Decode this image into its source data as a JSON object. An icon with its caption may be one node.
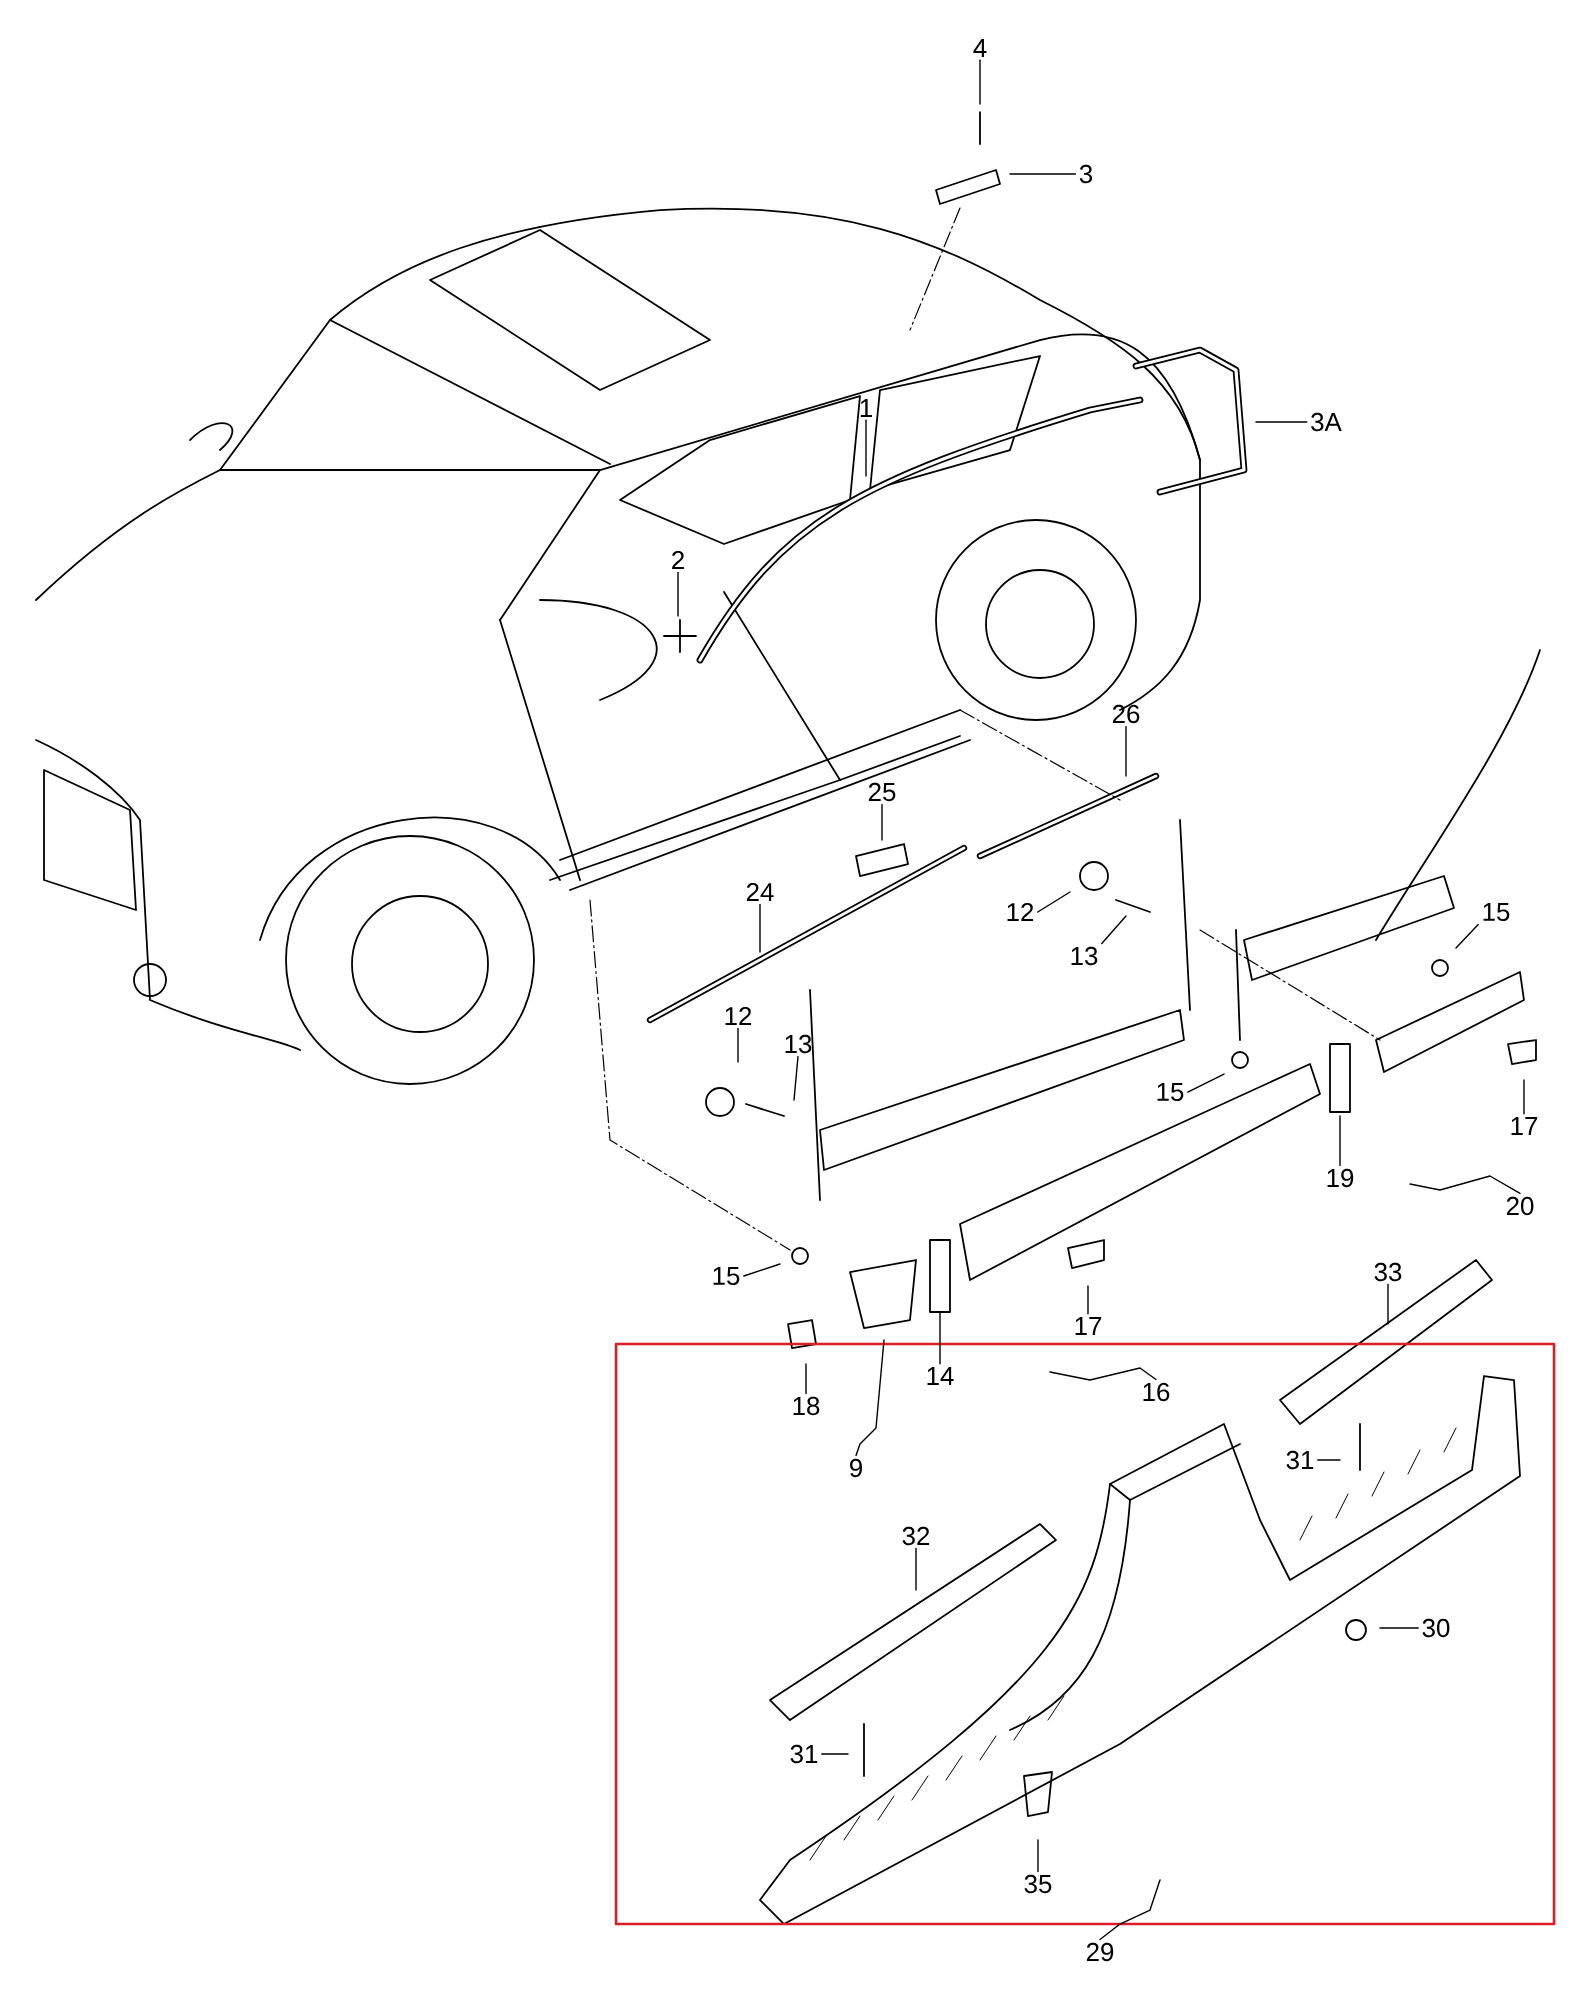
{
  "diagram": {
    "nodes": [
      {
        "text": [
          "4"
        ]
      },
      {
        "text": [
          "3"
        ]
      },
      {
        "text": [
          "1"
        ]
      },
      {
        "text": [
          "3A"
        ]
      },
      {
        "text": [
          "2"
        ]
      },
      {
        "text": [
          "26"
        ]
      },
      {
        "text": [
          "25"
        ]
      },
      {
        "text": [
          "24"
        ]
      },
      {
        "text": [
          "12"
        ]
      },
      {
        "text": [
          "13"
        ]
      },
      {
        "text": [
          "15"
        ]
      },
      {
        "text": [
          "12"
        ]
      },
      {
        "text": [
          "13"
        ]
      },
      {
        "text": [
          "15"
        ]
      },
      {
        "text": [
          "17"
        ]
      },
      {
        "text": [
          "19"
        ]
      },
      {
        "text": [
          "20"
        ]
      },
      {
        "text": [
          "15"
        ]
      },
      {
        "text": [
          "17"
        ]
      },
      {
        "text": [
          "33"
        ]
      },
      {
        "text": [
          "18"
        ]
      },
      {
        "text": [
          "14"
        ]
      },
      {
        "text": [
          "16"
        ]
      },
      {
        "text": [
          "9"
        ]
      },
      {
        "text": [
          "31"
        ]
      },
      {
        "text": [
          "32"
        ]
      },
      {
        "text": [
          "30"
        ]
      },
      {
        "text": [
          "31"
        ]
      },
      {
        "text": [
          "35"
        ]
      },
      {
        "text": [
          "29"
        ]
      }
    ],
    "edges": [
      {
        "from": 0,
        "to": null,
        "arrow": "none"
      },
      {
        "from": 1,
        "to": null,
        "arrow": "none"
      },
      {
        "from": 2,
        "to": null,
        "arrow": "none"
      },
      {
        "from": 3,
        "to": null,
        "arrow": "none"
      },
      {
        "from": 4,
        "to": null,
        "arrow": "none"
      },
      {
        "from": 5,
        "to": null,
        "arrow": "none"
      },
      {
        "from": 6,
        "to": null,
        "arrow": "none"
      },
      {
        "from": 7,
        "to": null,
        "arrow": "none"
      },
      {
        "from": 8,
        "to": null,
        "arrow": "none"
      },
      {
        "from": 9,
        "to": null,
        "arrow": "none"
      },
      {
        "from": 10,
        "to": null,
        "arrow": "none"
      },
      {
        "from": 11,
        "to": null,
        "arrow": "none"
      },
      {
        "from": 12,
        "to": null,
        "arrow": "none"
      },
      {
        "from": 13,
        "to": null,
        "arrow": "none"
      },
      {
        "from": 14,
        "to": null,
        "arrow": "none"
      },
      {
        "from": 15,
        "to": null,
        "arrow": "none"
      },
      {
        "from": 16,
        "to": null,
        "arrow": "none"
      },
      {
        "from": 17,
        "to": null,
        "arrow": "none"
      },
      {
        "from": 18,
        "to": null,
        "arrow": "none"
      },
      {
        "from": 19,
        "to": null,
        "arrow": "none"
      },
      {
        "from": 20,
        "to": null,
        "arrow": "none"
      },
      {
        "from": 21,
        "to": null,
        "arrow": "none"
      },
      {
        "from": 22,
        "to": null,
        "arrow": "none"
      },
      {
        "from": 23,
        "to": null,
        "arrow": "none"
      },
      {
        "from": 24,
        "to": null,
        "arrow": "none"
      },
      {
        "from": 25,
        "to": null,
        "arrow": "none"
      },
      {
        "from": 26,
        "to": null,
        "arrow": "none"
      },
      {
        "from": 27,
        "to": null,
        "arrow": "none"
      },
      {
        "from": 28,
        "to": null,
        "arrow": "none"
      },
      {
        "from": 29,
        "to": null,
        "arrow": "none"
      }
    ]
  }
}
